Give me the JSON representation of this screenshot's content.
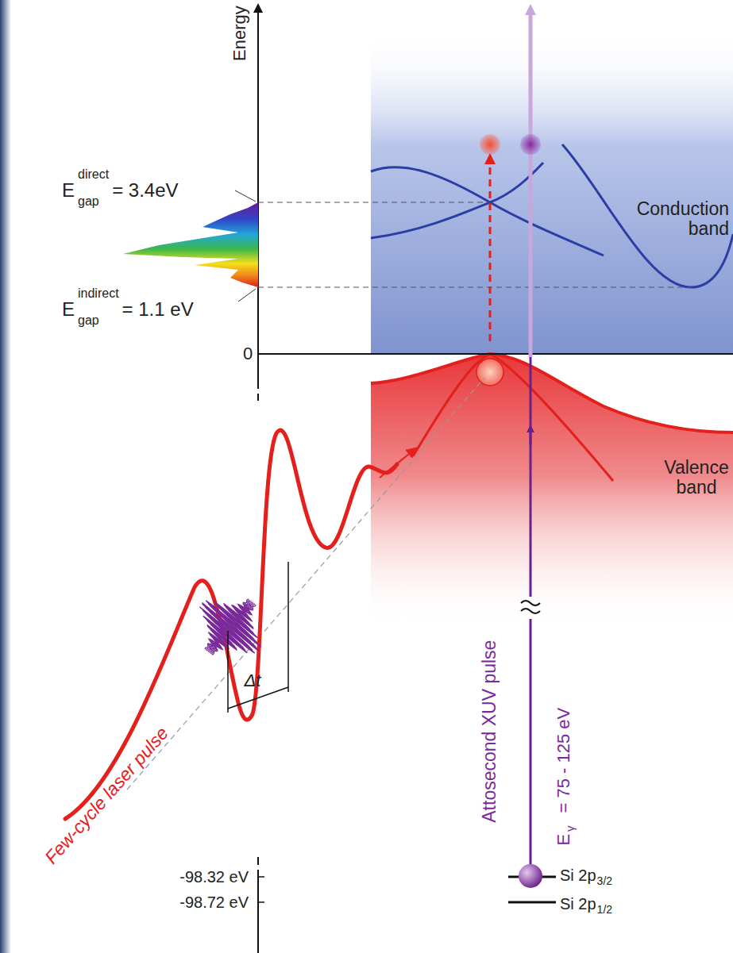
{
  "diagram": {
    "labels": [
      "Energy",
      "E",
      "direct",
      "gap",
      "= 3.4eV",
      "E",
      "indirect",
      "gap",
      "= 1.1 eV",
      "0",
      "Conduction band",
      "Valence band",
      "Few-cycle laser pulse",
      "Δt",
      "Attosecond XUV pulse",
      "E",
      "γ",
      "= 75 - 125 eV",
      "-98.32 eV",
      "-98.72 eV",
      "Si 2p",
      "3/2",
      "Si 2p",
      "1/2"
    ]
  }
}
